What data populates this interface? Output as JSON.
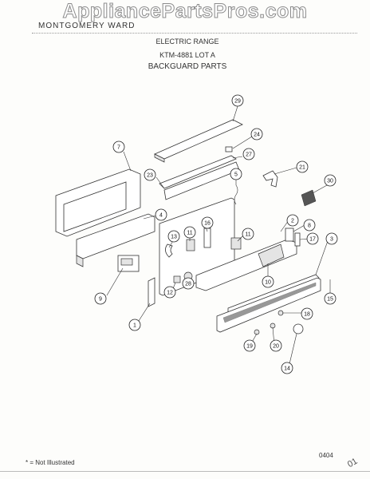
{
  "watermark": "AppliancePartsPros.com",
  "header": {
    "brand": "MONTGOMERY WARD",
    "line1": "ELECTRIC RANGE",
    "line2": "KTM-4881 LOT A",
    "line3": "BACKGUARD PARTS"
  },
  "callouts": [
    "29",
    "7",
    "24",
    "27",
    "23",
    "21",
    "30",
    "5",
    "4",
    "2",
    "8",
    "16",
    "11",
    "13",
    "11",
    "17",
    "3",
    "9",
    "10",
    "28",
    "12",
    "15",
    "1",
    "18",
    "19",
    "20",
    "14"
  ],
  "footer": {
    "page_code": "0404",
    "footnote": "* = Not Illustrated",
    "corner_mark": "01"
  }
}
